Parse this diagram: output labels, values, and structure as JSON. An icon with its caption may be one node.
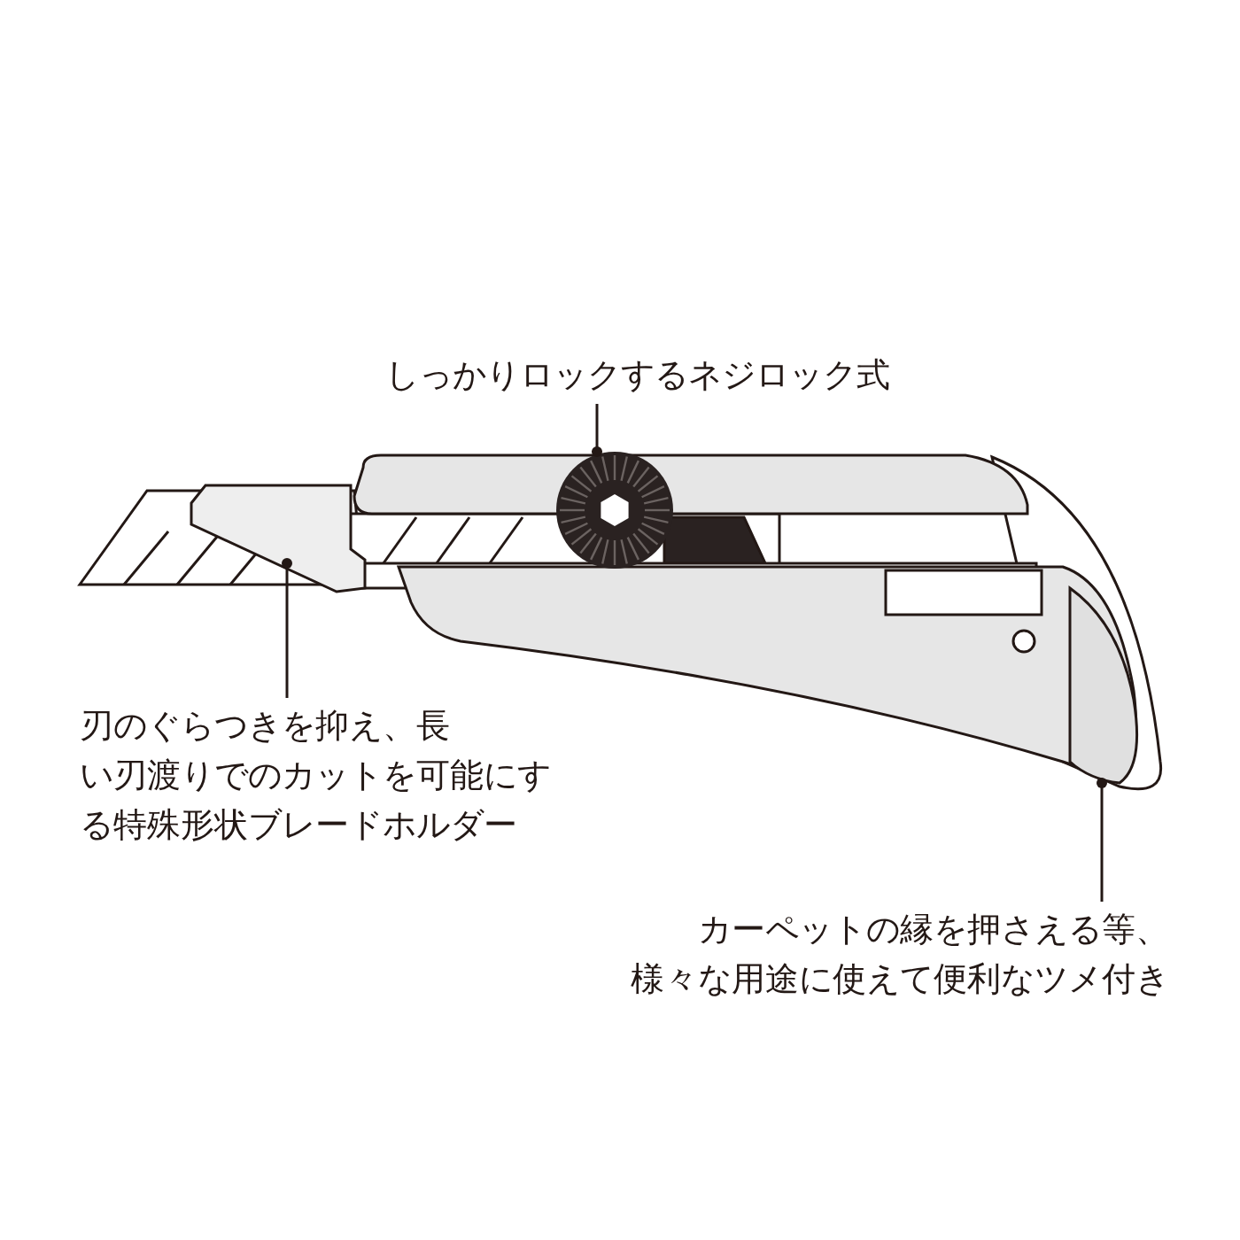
{
  "diagram": {
    "nodes": [
      {
        "text": [
          "しっかりロックするネジロック式"
        ]
      },
      {
        "text": [],
        "shape": "circle"
      },
      {
        "text": [
          "刃のぐらつきを抑え、長い刃渡りでのカットを可能にする特殊形状ブレードホルダー"
        ]
      },
      {
        "text": [],
        "shape": "picture"
      },
      {
        "text": [
          "カーペットの縁を押さえる等、様々な用途に使えて便利なツメ付き"
        ]
      },
      {
        "text": [],
        "shape": "picture"
      }
    ],
    "edges": [
      {
        "from": 0,
        "to": 1,
        "arrow": "other"
      },
      {
        "from": 2,
        "to": 3,
        "arrow": "other"
      },
      {
        "from": 4,
        "to": 5,
        "arrow": "other"
      }
    ]
  }
}
